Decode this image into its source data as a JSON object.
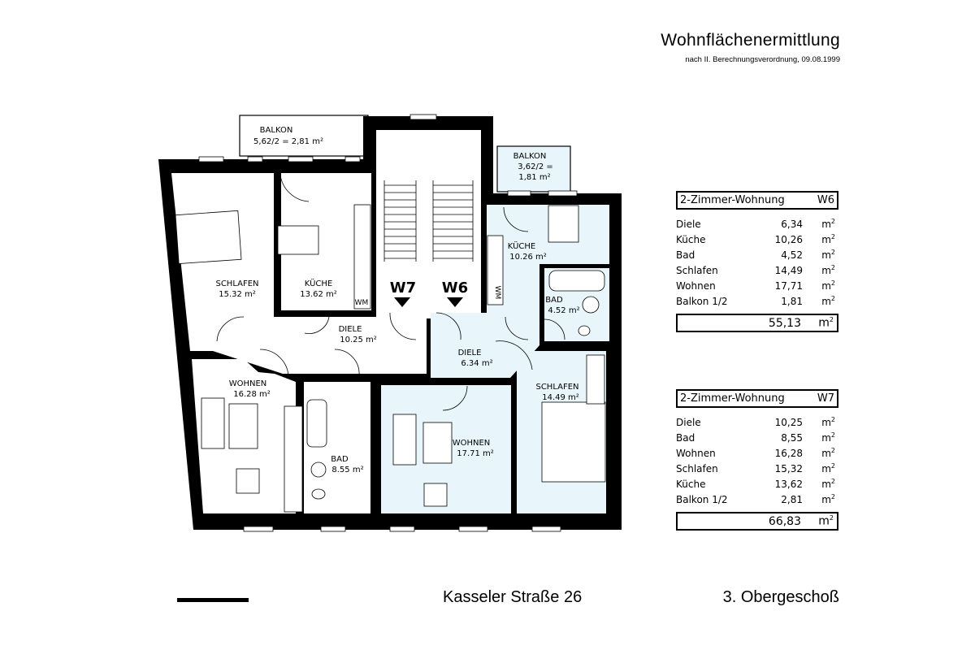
{
  "header": {
    "title": "Wohnflächenermittlung",
    "subtitle": "nach II. Berechnungsverordnung, 09.08.1999"
  },
  "plan": {
    "entrances": [
      "W7",
      "W6"
    ],
    "rooms": {
      "balkon_w7": {
        "name": "BALKON",
        "area": "5,62/2 = 2,81 m²"
      },
      "schlafen_w7": {
        "name": "SCHLAFEN",
        "area": "15.32 m²"
      },
      "kueche_w7": {
        "name": "KÜCHE",
        "area": "13.62 m²"
      },
      "diele_w7": {
        "name": "DIELE",
        "area": "10.25 m²"
      },
      "wohnen_w7": {
        "name": "WOHNEN",
        "area": "16.28 m²"
      },
      "bad_w7": {
        "name": "BAD",
        "area": "8.55 m²"
      },
      "balkon_w6": {
        "name": "BALKON",
        "area1": "3,62/2 =",
        "area2": "1,81 m²"
      },
      "kueche_w6": {
        "name": "KÜCHE",
        "area": "10.26 m²"
      },
      "bad_w6": {
        "name": "BAD",
        "area": "4.52 m²"
      },
      "diele_w6": {
        "name": "DIELE",
        "area": "6.34 m²"
      },
      "schlafen_w6": {
        "name": "SCHLAFEN",
        "area": "14.49 m²"
      },
      "wohnen_w6": {
        "name": "WOHNEN",
        "area": "17.71 m²"
      }
    },
    "appliance_label": "WM",
    "highlight_color": "#e8f6fb"
  },
  "tables": [
    {
      "title": "2-Zimmer-Wohnung",
      "unit": "W6",
      "rows": [
        {
          "name": "Diele",
          "value": "6,34"
        },
        {
          "name": "Küche",
          "value": "10,26"
        },
        {
          "name": "Bad",
          "value": "4,52"
        },
        {
          "name": "Schlafen",
          "value": "14,49"
        },
        {
          "name": "Wohnen",
          "value": "17,71"
        },
        {
          "name": "Balkon  1/2",
          "value": "1,81"
        }
      ],
      "total": "55,13"
    },
    {
      "title": "2-Zimmer-Wohnung",
      "unit": "W7",
      "rows": [
        {
          "name": "Diele",
          "value": "10,25"
        },
        {
          "name": "Bad",
          "value": "8,55"
        },
        {
          "name": "Wohnen",
          "value": "16,28"
        },
        {
          "name": "Schlafen",
          "value": "15,32"
        },
        {
          "name": "Küche",
          "value": "13,62"
        },
        {
          "name": "Balkon  1/2",
          "value": "2,81"
        }
      ],
      "total": "66,83"
    }
  ],
  "unit_label": "m",
  "unit_exp": "2",
  "footer": {
    "address": "Kasseler Straße 26",
    "floor": "3. Obergeschoß"
  }
}
